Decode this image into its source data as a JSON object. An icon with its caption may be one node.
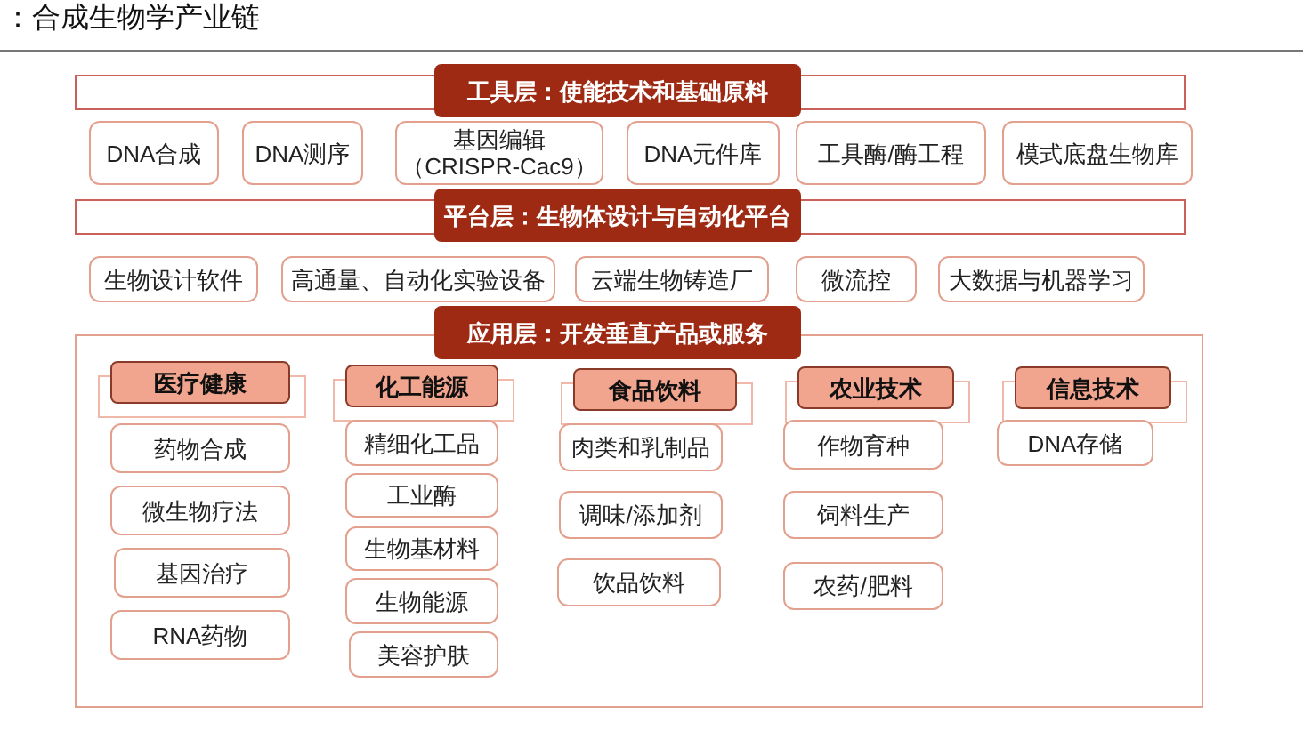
{
  "diagram": {
    "title": "：合成生物学产业链",
    "nodes": [
      {
        "text": [
          "工具层：使能技术和基础原料"
        ]
      },
      {
        "text": [
          "DNA合成"
        ]
      },
      {
        "text": [
          "DNA测序"
        ]
      },
      {
        "text": [
          "基因编辑（CRISPR-Cac9）"
        ]
      },
      {
        "text": [
          "DNA元件库"
        ]
      },
      {
        "text": [
          "工具酶/酶工程"
        ]
      },
      {
        "text": [
          "模式底盘生物库"
        ]
      },
      {
        "text": [
          "平台层：生物体设计与自动化平台"
        ]
      },
      {
        "text": [
          "生物设计软件"
        ]
      },
      {
        "text": [
          "高通量、自动化实验设备"
        ]
      },
      {
        "text": [
          "云端生物铸造厂"
        ]
      },
      {
        "text": [
          "微流控"
        ]
      },
      {
        "text": [
          "大数据与机器学习"
        ]
      },
      {
        "text": [
          "应用层：开发垂直产品或服务"
        ]
      },
      {
        "text": [
          "医疗健康"
        ],
        "in": 13
      },
      {
        "text": [
          "药物合成"
        ],
        "in": 13
      },
      {
        "text": [
          "微生物疗法"
        ],
        "in": 13
      },
      {
        "text": [
          "基因治疗"
        ],
        "in": 13
      },
      {
        "text": [
          "RNA药物"
        ],
        "in": 13
      },
      {
        "text": [
          "化工能源"
        ],
        "in": 13
      },
      {
        "text": [
          "精细化工品"
        ],
        "in": 13
      },
      {
        "text": [
          "工业酶"
        ],
        "in": 13
      },
      {
        "text": [
          "生物基材料"
        ],
        "in": 13
      },
      {
        "text": [
          "生物能源"
        ],
        "in": 13
      },
      {
        "text": [
          "美容护肤"
        ],
        "in": 13
      },
      {
        "text": [
          "食品饮料"
        ],
        "in": 13
      },
      {
        "text": [
          "肉类和乳制品"
        ],
        "in": 13
      },
      {
        "text": [
          "调味/添加剂"
        ],
        "in": 13
      },
      {
        "text": [
          "饮品饮料"
        ],
        "in": 13
      },
      {
        "text": [
          "农业技术"
        ],
        "in": 13
      },
      {
        "text": [
          "作物育种"
        ],
        "in": 13
      },
      {
        "text": [
          "饲料生产"
        ],
        "in": 13
      },
      {
        "text": [
          "农药/肥料"
        ],
        "in": 13
      },
      {
        "text": [
          "信息技术"
        ],
        "in": 13
      },
      {
        "text": [
          "DNA存储"
        ],
        "in": 13
      }
    ],
    "edges": []
  }
}
